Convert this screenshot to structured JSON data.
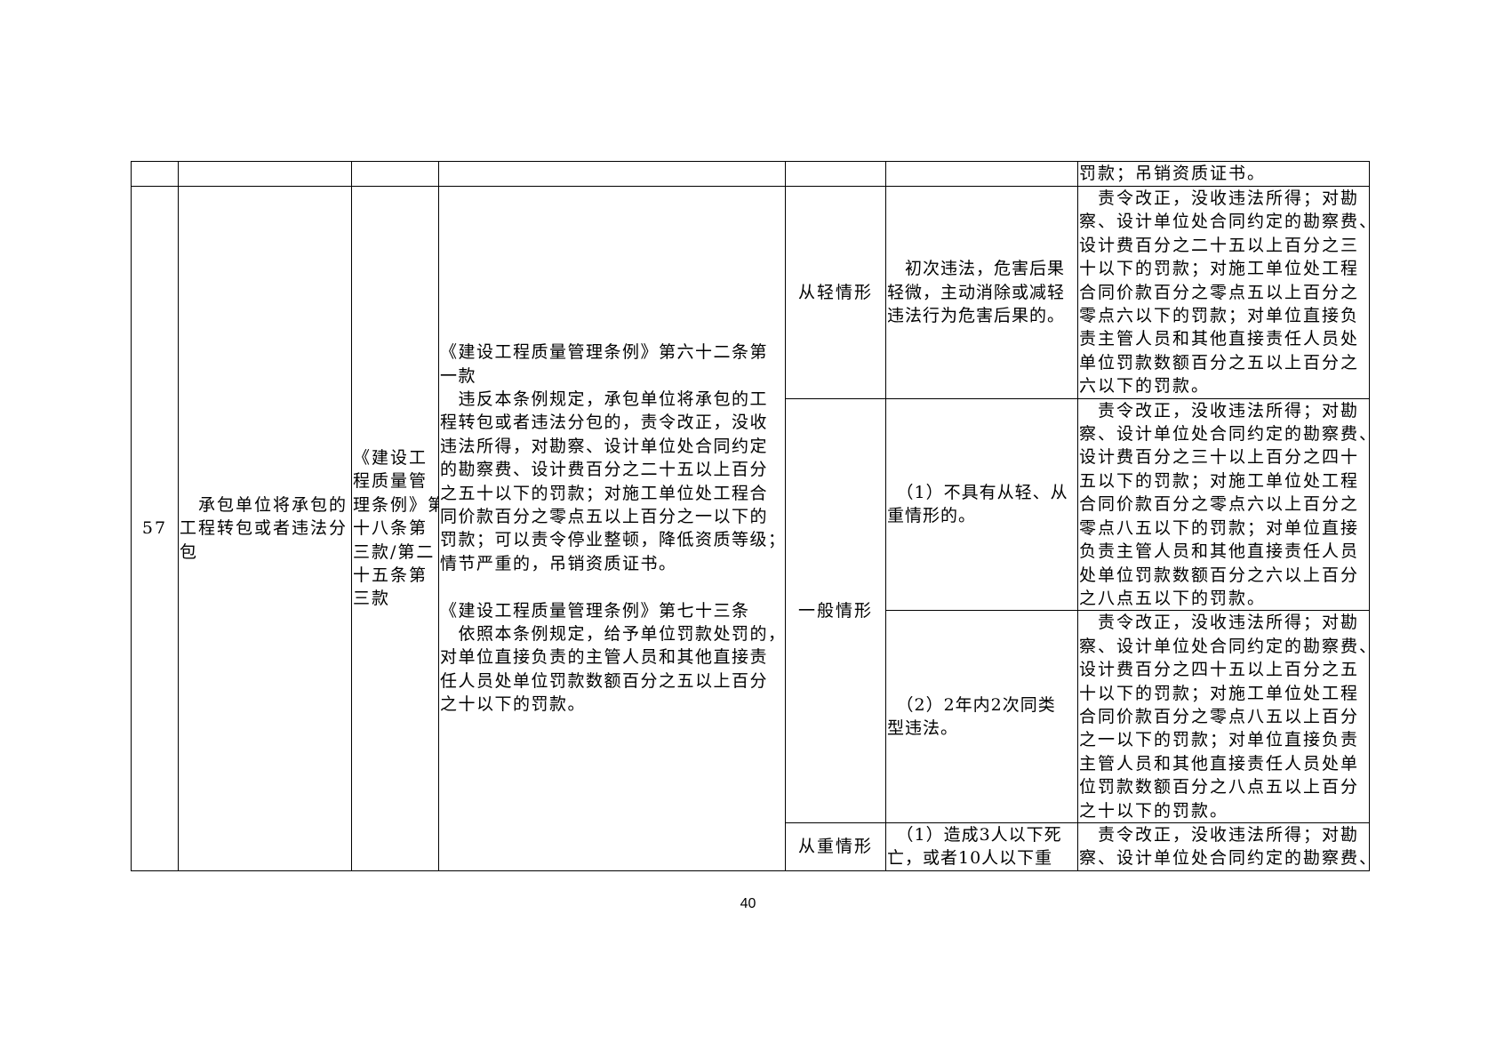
{
  "prev_row": {
    "penalty": "罚款；吊销资质证书。"
  },
  "row": {
    "number": "57",
    "violation": "　承包单位将承包的\n工程转包或者违法分\n包",
    "legal_basis_short": "《建设工\n程质量管\n理条例》第\n十八条第\n三款/第二\n十五条第\n三款",
    "legal_text": "《建设工程质量管理条例》第六十二条第\n一款\n　违反本条例规定，承包单位将承包的工\n程转包或者违法分包的，责令改正，没收\n违法所得，对勘察、设计单位处合同约定\n的勘察费、设计费百分之二十五以上百分\n之五十以下的罚款；对施工单位处工程合\n同价款百分之零点五以上百分之一以下的\n罚款；可以责令停业整顿，降低资质等级；\n情节严重的，吊销资质证书。\n\n《建设工程质量管理条例》第七十三条\n　依照本条例规定，给予单位罚款处罚的，\n对单位直接负责的主管人员和其他直接责\n任人员处单位罚款数额百分之五以上百分\n之十以下的罚款。",
    "levels": [
      {
        "label": "从轻情形",
        "condition": "　初次违法，危害后果\n轻微，主动消除或减轻\n违法行为危害后果的。",
        "penalty": "　责令改正，没收违法所得；对勘\n察、设计单位处合同约定的勘察费、\n设计费百分之二十五以上百分之三\n十以下的罚款；对施工单位处工程\n合同价款百分之零点五以上百分之\n零点六以下的罚款；对单位直接负\n责主管人员和其他直接责任人员处\n单位罚款数额百分之五以上百分之\n六以下的罚款。"
      },
      {
        "label": "一般情形",
        "condition": "　（1）不具有从轻、从\n重情形的。",
        "penalty": "　责令改正，没收违法所得；对勘\n察、设计单位处合同约定的勘察费、\n设计费百分之三十以上百分之四十\n五以下的罚款；对施工单位处工程\n合同价款百分之零点六以上百分之\n零点八五以下的罚款；对单位直接\n负责主管人员和其他直接责任人员\n处单位罚款数额百分之六以上百分\n之八点五以下的罚款。"
      },
      {
        "condition": "　（2）2年内2次同类\n型违法。",
        "penalty": "　责令改正，没收违法所得；对勘\n察、设计单位处合同约定的勘察费、\n设计费百分之四十五以上百分之五\n十以下的罚款；对施工单位处工程\n合同价款百分之零点八五以上百分\n之一以下的罚款；对单位直接负责\n主管人员和其他直接责任人员处单\n位罚款数额百分之八点五以上百分\n之十以下的罚款。"
      },
      {
        "label": "从重情形",
        "condition": "　（1）造成3人以下死\n亡，或者10人以下重",
        "penalty": "　责令改正，没收违法所得；对勘\n察、设计单位处合同约定的勘察费、"
      }
    ]
  },
  "page_number": "40"
}
